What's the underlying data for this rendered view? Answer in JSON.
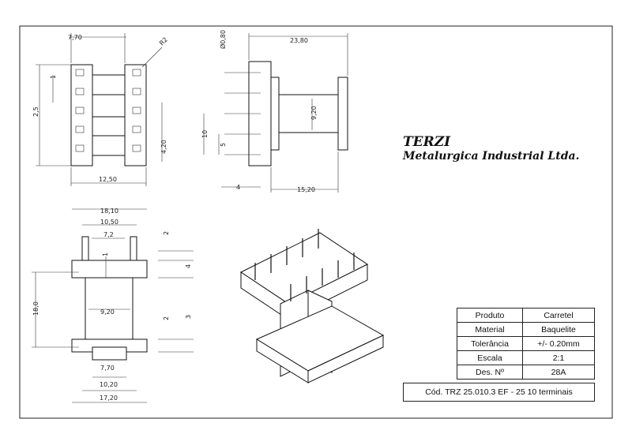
{
  "company": {
    "name": "TERZI",
    "subtitle": "Metalurgica Industrial Ltda."
  },
  "dimensions": {
    "top_left_view": [
      "7,70",
      "R2",
      "1",
      "2,5",
      "4,20",
      "12,50"
    ],
    "top_right_view": [
      "Ø0,80",
      "23,80",
      "9,20",
      "10",
      "5",
      "4",
      "15,20"
    ],
    "bottom_left_view": [
      "18,10",
      "10,50",
      "7,2",
      "2",
      "1",
      "4",
      "18,0",
      "9,20",
      "2",
      "3",
      "7,70",
      "10,20",
      "17,20"
    ]
  },
  "title_block": {
    "rows": [
      {
        "label": "Produto",
        "value": "Carretel"
      },
      {
        "label": "Material",
        "value": "Baquelite"
      },
      {
        "label": "Tolerância",
        "value": "+/- 0.20mm"
      },
      {
        "label": "Escala",
        "value": "2:1"
      },
      {
        "label": "Des. Nº",
        "value": "28A"
      }
    ],
    "code": "Cód. TRZ 25.010.3 EF - 25 10 terminais"
  }
}
